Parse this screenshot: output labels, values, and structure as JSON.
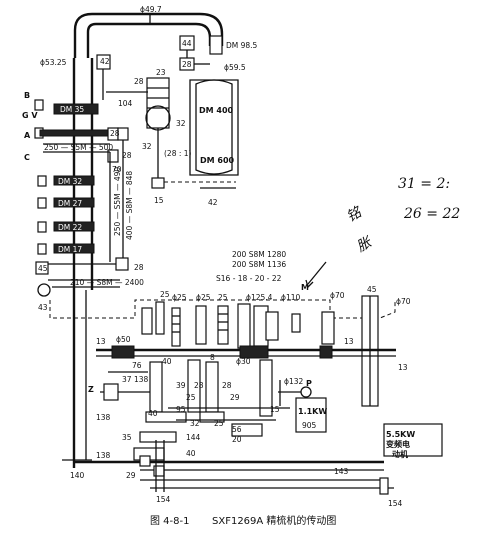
{
  "caption": {
    "figure_no": "图 4-8-1",
    "title": "SXF1269A 精梳机的传动图"
  },
  "top": {
    "phi_49_7": "ϕ49.7",
    "phi_53_25": "ϕ53.25",
    "n42a": "42",
    "n44": "44",
    "n28a": "28",
    "dm_98_5": "DM 98.5",
    "phi_59_5": "ϕ59.5",
    "n23": "23",
    "n28b": "28",
    "n104": "104",
    "n32a": "32",
    "n32b": "32",
    "dm400": "DM 400",
    "ratio": "(28 : 1)",
    "dm600": "DM 600",
    "n15a": "15",
    "n42b": "42"
  },
  "left": {
    "B": "B",
    "GV": "G V",
    "A": "A",
    "C": "C",
    "dm35": "DM 35",
    "belt250": "250 — S5M — 500",
    "n28c": "28",
    "n28d": "28",
    "n70a": "70",
    "dm1": "DM 32",
    "dm2": "DM 27",
    "dm3": "DM 22",
    "dm4": "DM 17",
    "belt490": "250 — S5M — 490",
    "belt848": "400 — S8M — 848",
    "n28e": "28",
    "n45a": "45",
    "belt2400": "210 — S8M — 2400",
    "n43": "43"
  },
  "right_top": {
    "b1280": "200 S8M 1280",
    "b1136": "200 S8M 1136",
    "s516": "S16 - 18 - 20 - 22",
    "phi125": "ϕ125.4",
    "phi110": "ϕ110",
    "phi70a": "ϕ70",
    "phi70b": "ϕ70",
    "n45b": "45",
    "M": "M",
    "hw1": "31 = 2:",
    "hw2": "26 = 22",
    "hw3": "铭",
    "hw4": "胀"
  },
  "mid": {
    "n25a": "25",
    "phi25a": "ϕ25",
    "phi25b": "ϕ25",
    "n25b": "25",
    "phi50": "ϕ50",
    "n13a": "13",
    "n13b": "13",
    "n13c": "13",
    "n76": "76",
    "n40a": "40",
    "n8": "8",
    "phi30": "ϕ30",
    "phi132": "ϕ132",
    "P": "P",
    "n37": "37",
    "Z": "Z",
    "n138a": "138",
    "n39": "39",
    "n28f": "28",
    "n28g": "28",
    "n25c": "25",
    "n29a": "29",
    "n15b": "15",
    "kw": "1.1KW",
    "n905": "905",
    "n138b": "138",
    "n40b": "40",
    "n95": "95",
    "n32c": "32",
    "n25d": "25",
    "n56": "56",
    "n20": "20",
    "n35": "35",
    "n144": "144",
    "n138c": "138",
    "n40c": "40",
    "motor1": "5.5KW",
    "motor2": "变频电",
    "motor3": "动机",
    "n140": "140",
    "n143": "143",
    "n29b": "29",
    "n154a": "154",
    "n154b": "154"
  }
}
